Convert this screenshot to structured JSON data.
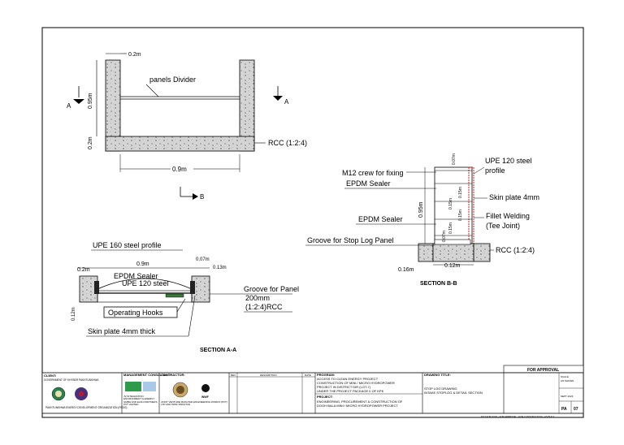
{
  "plan": {
    "dim_wall": "0.2m",
    "panels_divider": "panels Divider",
    "dim_height": "0.95m",
    "dim_base": "0.2m",
    "rcc": "RCC (1:2:4)",
    "dim_width": "0.9m",
    "section_a_left": "A",
    "section_a_right": "A",
    "section_b": "B"
  },
  "section_a": {
    "upe160": "UPE 160 steel profile",
    "dim_02": "0.2m",
    "dim_09": "0.9m",
    "dim_007": "0.07m",
    "dim_013": "0.13m",
    "epdm": "EPDM Sealer",
    "upe120": "UPE 120 steel",
    "groove": "Groove for Panel",
    "groove_size": "200mm",
    "groove_rcc": "(1:2:4)RCC",
    "hooks": "Operating Hooks",
    "skin": "Skin plate 4mm thick",
    "dim_012": "0.12m",
    "title": "SECTION A-A"
  },
  "section_b": {
    "dim_top": "0.07m",
    "upe120": "UPE 120 steel",
    "upe120_2": "profile",
    "m12": "M12 crew for fixing",
    "epdm_top": "EPDM Sealer",
    "skin": "Skin plate 4mm",
    "fillet1": "Fillet Welding",
    "fillet2": "(Tee Joint)",
    "epdm_mid": "EPDM Sealer",
    "groove": "Groove for Stop Log Panel",
    "rcc": "RCC (1:2:4)",
    "dim_height": "0.95m",
    "dim_015a": "0.15m",
    "dim_015b": "0.15m",
    "dim_015c": "0.15m",
    "dim_015d": "0.15m",
    "dim_007b": "0.07m",
    "dim_016": "0.16m",
    "dim_012": "0.12m",
    "title": "SECTION B-B"
  },
  "title_block": {
    "client_label": "CLIENT:",
    "client_name": "GOVERNMENT OF KHYBER PAKHTUNKHWA",
    "client_org": "PAKHTUNKHWA ENERGY DEVELOPMENT ORGANIZATION (PEDO)",
    "mgmt_label": "MANAGEMENT CONSULTANT:",
    "mgmt_name": "JV INTEGRATION ENVIRONMENT & ENERGY GMBH AND ELAN PARTNERS PVT LIMITED",
    "contractor_label": "CONTRACTOR:",
    "contractor_name": "JOINT VENTURE MUKHTAR ENGINEERING WORKS (PVT) LTD AND WWF PAKISTAN",
    "rev_label": "REV",
    "desc_label": "DESCRIPTION",
    "date_label": "DATE",
    "program_label": "PROGRAM:",
    "program_line1": "ACCESS TO CLEAN ENERGY PROJECT",
    "program_line2": "CONSTRUCTION OF MINI / MICRO HYDROPOWER",
    "program_line3": "PROJECT IN DISTRICT DIR (LOT-7)",
    "program_line4": "UNDER THE PROJECT PACKAGE II OF KPK",
    "project_label": "PROJECT:",
    "project_line1": "ENGINEERING, PROCUREMENT & CONSTRUCTION OF",
    "project_line2": "DOGH BALA MINI / MICRO HYDROPOWER PROJECT",
    "drawing_title_label": "DRAWING TITLE:",
    "drawing_title1": "STOP LOG DRAWING",
    "drawing_title2": "INTAKE STOPLOG & DETAIL SECTION",
    "approval": "FOR APPROVAL",
    "scale_label": "SCALE",
    "scale_value": "AS SHOWN",
    "date_value": "SEPT 2023",
    "sheet_a": "PA",
    "sheet_b": "07",
    "footer": "NOT FOR SIGN - FOR APPROVAL - FOR CONSTRUCTION - AS BUILT"
  },
  "colors": {
    "line": "#000000",
    "concrete": "#cfcfcf",
    "steel_accent": "#d01010",
    "plate_green": "#3a7a3a"
  }
}
